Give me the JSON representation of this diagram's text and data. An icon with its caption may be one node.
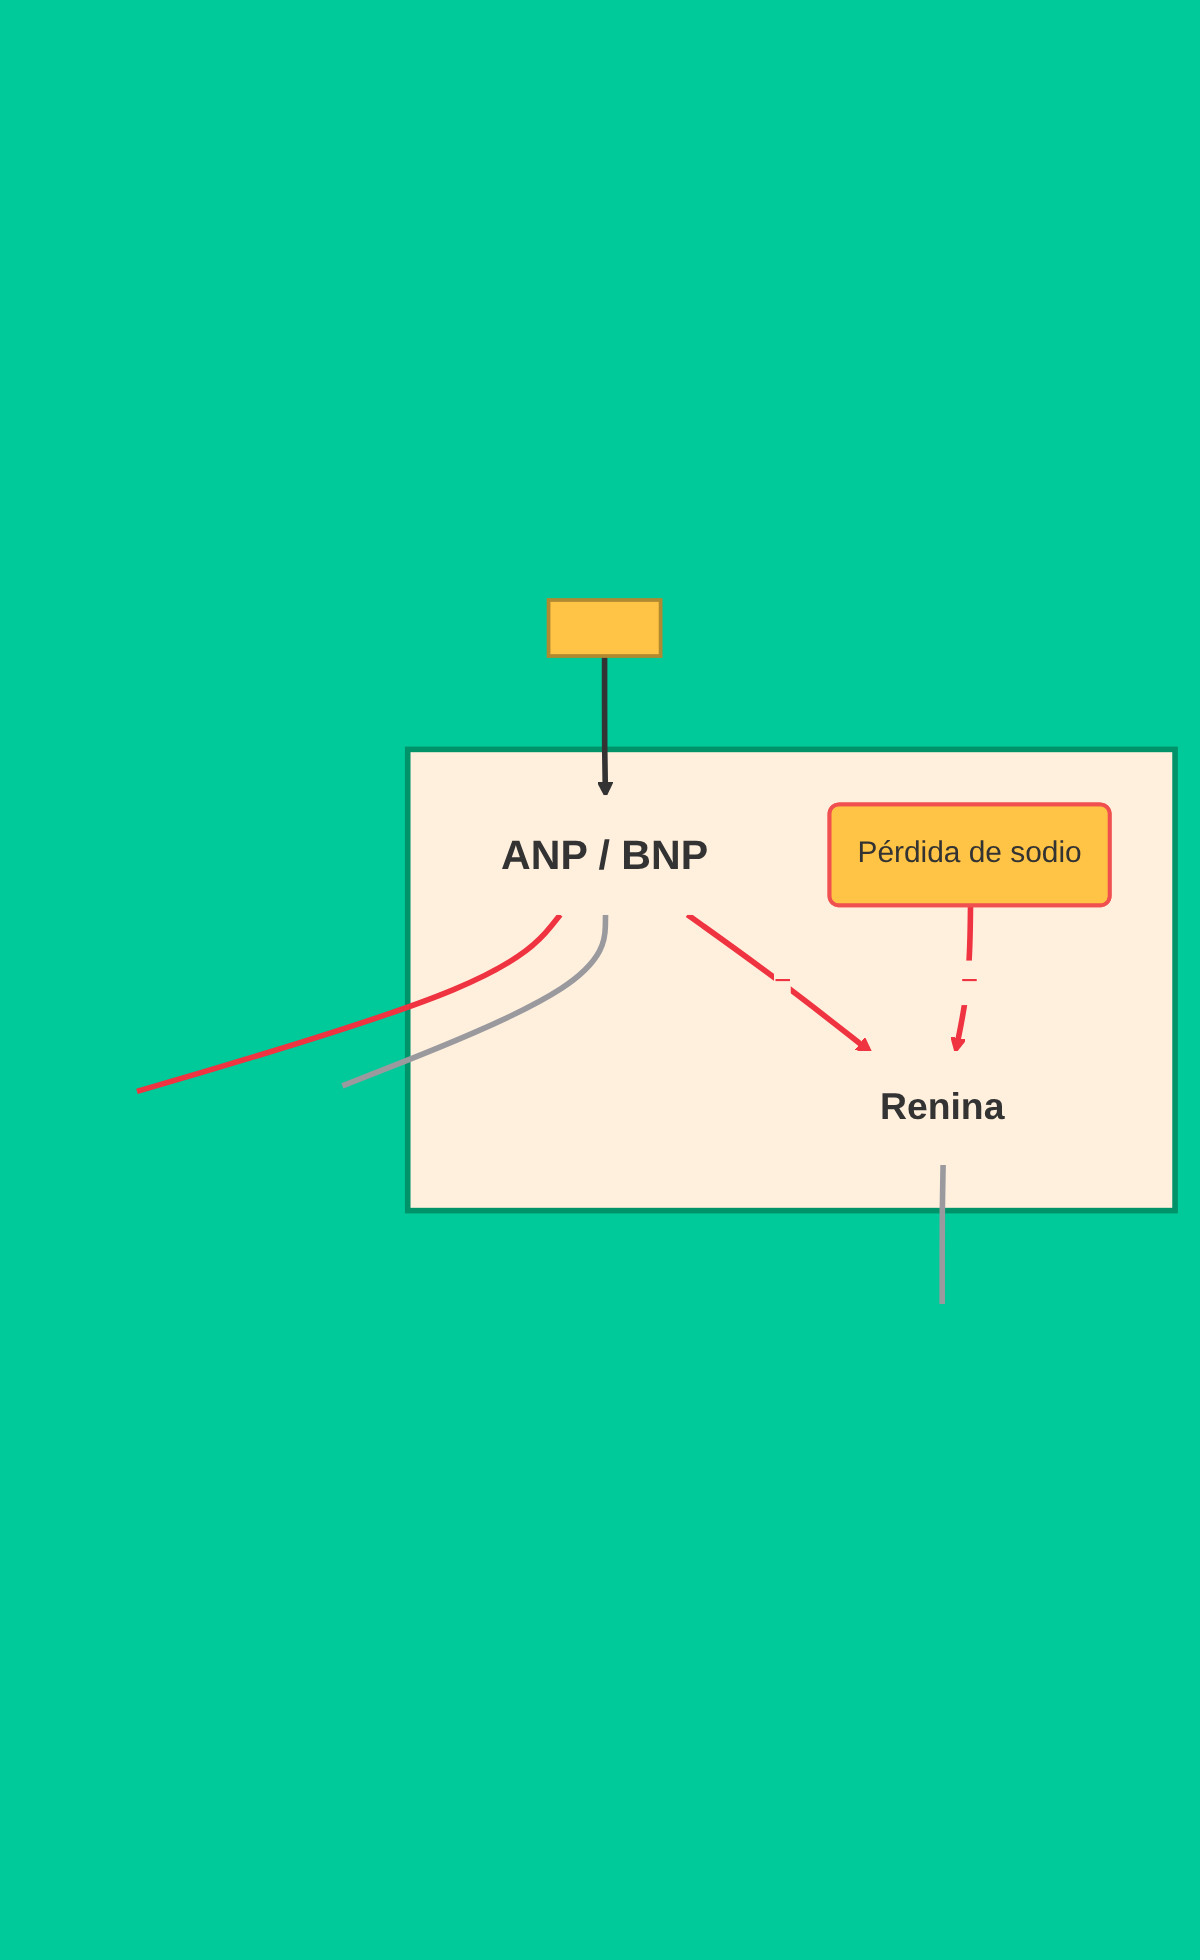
{
  "diagram": {
    "nodes": [
      {
        "text": [],
        "shape": "box"
      },
      {
        "text": [],
        "shape": "box"
      },
      {
        "text": [
          "ANP / BNP"
        ],
        "in": 1
      },
      {
        "text": [
          "Renina"
        ],
        "in": 1
      },
      {
        "text": [
          "Pérdida de sodio"
        ],
        "in": 1
      }
    ],
    "edges": [
      {
        "from": 0,
        "to": 2,
        "arrow": "to",
        "color": "#333333"
      },
      {
        "from": 2,
        "to": null,
        "arrow": "none",
        "color": "#ef3340"
      },
      {
        "from": 2,
        "to": null,
        "arrow": "none",
        "color": "#9a9a9e"
      },
      {
        "from": 2,
        "to": 3,
        "arrow": "to",
        "label": "−",
        "color": "#ef3340"
      },
      {
        "from": 3,
        "to": null,
        "arrow": "none",
        "color": "#9a9a9e"
      },
      {
        "from": 4,
        "to": 3,
        "arrow": "to",
        "label": "−",
        "color": "#ef3340"
      }
    ]
  }
}
